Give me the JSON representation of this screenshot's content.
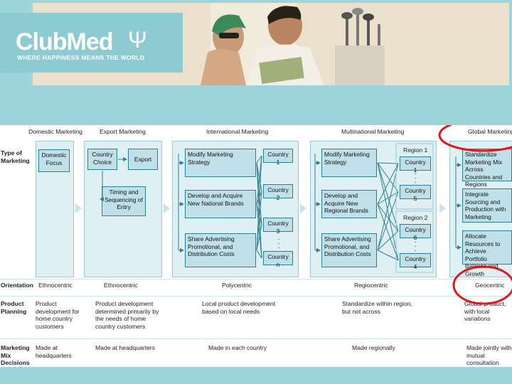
{
  "logo": {
    "name": "ClubMed",
    "trident": "Ψ",
    "tagline": "WHERE HAPPINESS MEANS THE WORLD"
  },
  "colors": {
    "background": "#9ed4dc",
    "panel": "#dff0f4",
    "box": "#bfe0e8",
    "line": "#2a7f95",
    "highlight": "#e3141b"
  },
  "stages": [
    "Domestic Marketing",
    "Export Marketing",
    "International Marketing",
    "Multinational Marketing",
    "Global Marketing"
  ],
  "rows": {
    "type": "Type of Marketing",
    "orientation": "Orientation",
    "product": "Product Planning",
    "mix": "Marketing Mix Decisions"
  },
  "domestic": {
    "box": "Domestic Focus"
  },
  "export": {
    "country_choice": "Country Choice",
    "export": "Export",
    "timing": "Timing and Sequencing of Entry"
  },
  "international": {
    "modify": "Modify Marketing Strategy",
    "develop": "Develop and Acquire New National Brands",
    "share": "Share Advertising Promotional, and Distribution Costs",
    "countries": [
      "Country 1",
      "Country 2",
      "Country 3",
      "Country n"
    ]
  },
  "multinational": {
    "modify": "Modify Marketing Strategy",
    "develop": "Develop and Acquire New Regional Brands",
    "share": "Share Advertising Promotional, and Distribution Costs",
    "region1": "Region 1",
    "region2": "Region 2",
    "region1_countries": [
      "Country 1",
      "Country 5"
    ],
    "region2_countries": [
      "Country 6",
      "Country 4"
    ]
  },
  "global": {
    "standardize": "Standardize Marketing Mix Across Countries and Regions",
    "integrate": "Integrate Sourcing and Production with Marketing",
    "allocate": "Allocate Resources to Achieve Portfolio Balance and Growth"
  },
  "orientation": [
    "Ethnocentric",
    "Ethnocentric",
    "Polycentric",
    "Regiocentric",
    "Geocentric"
  ],
  "product": [
    "Product development for home country customers",
    "Product development determined primarily by the needs of home country customers",
    "Local product development based on local needs",
    "Standardize within region, but not across",
    "Global product, with local variations"
  ],
  "mix": [
    "Made at headquarters",
    "Made at headquarters",
    "Made in each country",
    "Made regionally",
    "Made jointly with mutual consultation"
  ]
}
